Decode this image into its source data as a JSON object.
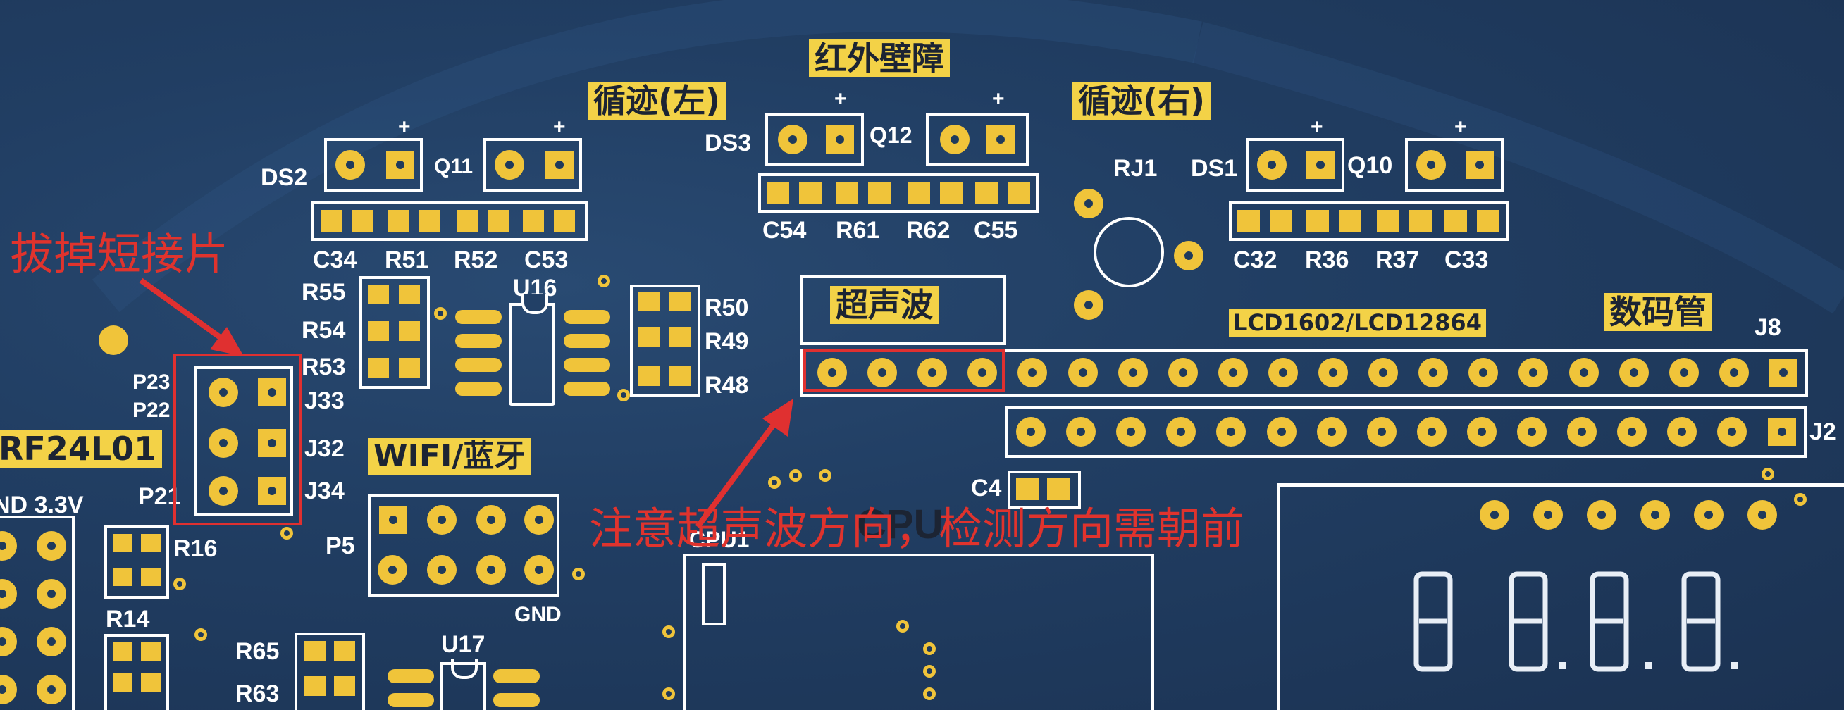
{
  "title_labels": {
    "ir_obstacle": "红外壁障",
    "track_left": "循迹(左)",
    "track_right": "循迹(右)",
    "ultrasonic": "超声波",
    "lcd": "LCD1602/LCD12864",
    "seg_display": "数码管",
    "wifi_bt": "WIFI/蓝牙",
    "rf": "RF24L01",
    "cpu": "CPU"
  },
  "annotations": {
    "remove_jumper": "拔掉短接片",
    "ultrasonic_direction": "注意超声波方向，检测方向需朝前"
  },
  "silkscreen": {
    "ds2": "DS2",
    "q11": "Q11",
    "ds3": "DS3",
    "q12": "Q12",
    "ds1": "DS1",
    "q10": "Q10",
    "rj1": "RJ1",
    "c34": "C34",
    "r51": "R51",
    "r52": "R52",
    "c53": "C53",
    "c54": "C54",
    "r61": "R61",
    "r62": "R62",
    "c55": "C55",
    "c32": "C32",
    "r36": "R36",
    "r37": "R37",
    "c33": "C33",
    "r55": "R55",
    "r54": "R54",
    "r53": "R53",
    "u16": "U16",
    "r50": "R50",
    "r49": "R49",
    "r48": "R48",
    "p23": "P23",
    "p22": "P22",
    "p21": "P21",
    "j33": "J33",
    "j32": "J32",
    "j34": "J34",
    "j8": "J8",
    "j2": "J2",
    "c4": "C4",
    "p5": "P5",
    "gnd": "GND",
    "r16": "R16",
    "r14": "R14",
    "r65": "R65",
    "r63": "R63",
    "u17": "U17",
    "cpu1": "CPU1",
    "v33": "ND 3.3V",
    "plus": "+"
  }
}
